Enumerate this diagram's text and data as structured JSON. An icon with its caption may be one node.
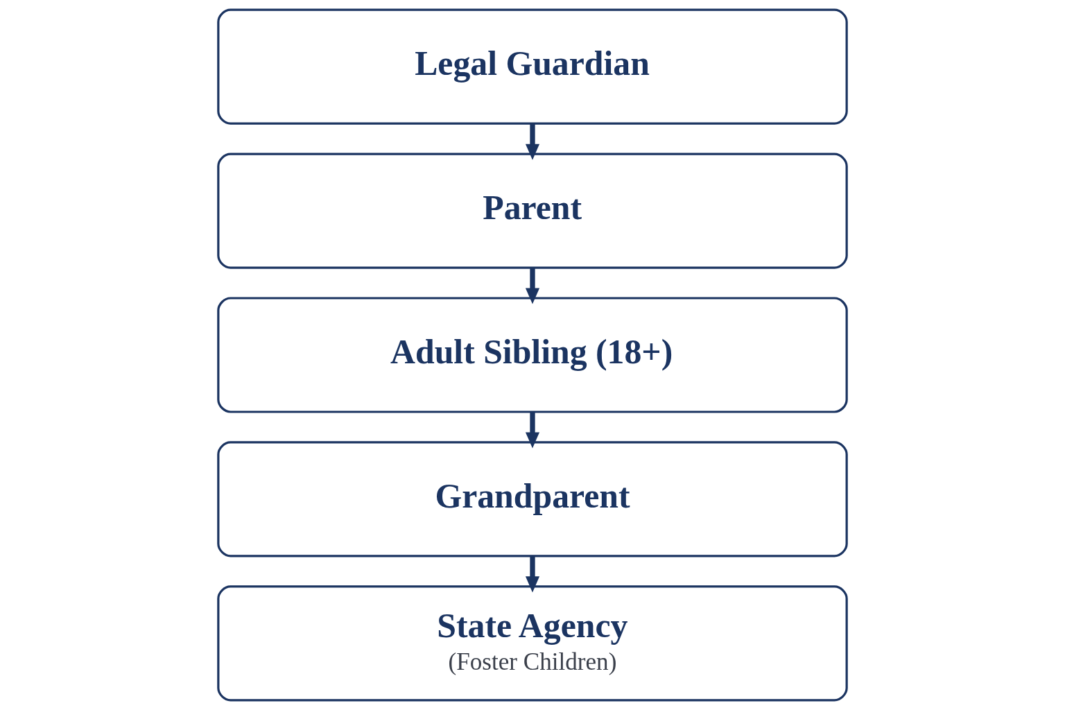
{
  "diagram": {
    "nodes": [
      {
        "text": [
          "Legal Guardian"
        ]
      },
      {
        "text": [
          "Parent"
        ]
      },
      {
        "text": [
          "Adult Sibling (18+)"
        ]
      },
      {
        "text": [
          "Grandparent"
        ]
      },
      {
        "text": [
          "State Agency",
          "(Foster Children)"
        ]
      }
    ],
    "edges": [
      {
        "from": 0,
        "to": 1,
        "arrow": "to"
      },
      {
        "from": 1,
        "to": 2,
        "arrow": "to"
      },
      {
        "from": 2,
        "to": 3,
        "arrow": "to"
      },
      {
        "from": 3,
        "to": 4,
        "arrow": "to"
      }
    ]
  }
}
